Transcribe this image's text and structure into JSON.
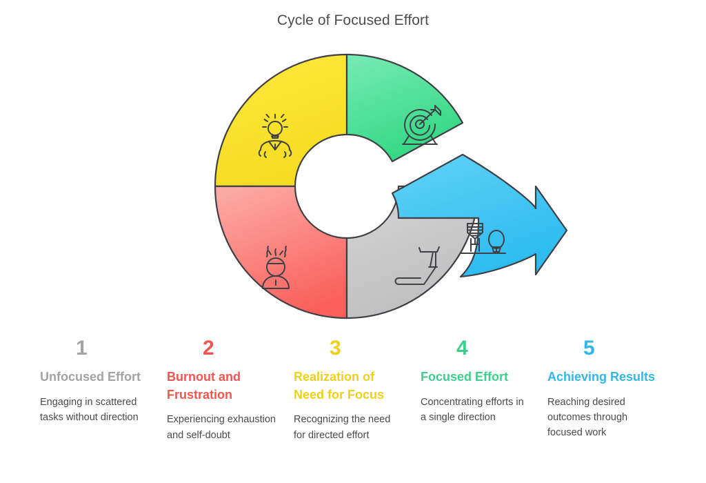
{
  "chart": {
    "title": "Cycle of Focused Effort",
    "type": "donut-cycle-diagram"
  },
  "chart_data": {
    "type": "pie",
    "title": "Cycle of Focused Effort",
    "subtitle": "",
    "xlabel": "",
    "ylabel": "",
    "legend_position": "bottom",
    "grid": false,
    "categories": [
      "Unfocused Effort",
      "Burnout and Frustration",
      "Realization of Need for Focus",
      "Focused Effort",
      "Achieving Results"
    ],
    "values": [
      25,
      25,
      25,
      17,
      8
    ],
    "colors": [
      "#BFBFBF",
      "#F9726D",
      "#F7E034",
      "#46DD96",
      "#39C0F0"
    ],
    "annotations": [
      "Segment 5 extends outward as an arrow indicating the cycle outcome"
    ]
  },
  "segments": [
    {
      "index": "1",
      "label": "Unfocused Effort",
      "color": "#BFBFBF",
      "icon": "treadmill-icon",
      "start_angle": 90,
      "end_angle": 180
    },
    {
      "index": "2",
      "label": "Burnout and Frustration",
      "color": "#F9726D",
      "icon": "stressed-person-icon",
      "start_angle": 180,
      "end_angle": 270
    },
    {
      "index": "3",
      "label": "Realization of Need for Focus",
      "color": "#F7E034",
      "icon": "lightbulb-idea-icon",
      "start_angle": 270,
      "end_angle": 360
    },
    {
      "index": "4",
      "label": "Focused Effort",
      "color": "#46DD96",
      "icon": "target-arrow-icon",
      "start_angle": 0,
      "end_angle": 62
    },
    {
      "index": "5",
      "label": "Achieving Results",
      "color": "#39C0F0",
      "icon": "water-tower-tree-icon",
      "start_angle": 62,
      "end_angle": 90
    }
  ],
  "legend": {
    "columns": [
      {
        "number": "1",
        "heading": "Unfocused Effort",
        "description": "Engaging in scattered tasks without direction",
        "color_class": "c-gray"
      },
      {
        "number": "2",
        "heading": "Burnout and Frustration",
        "description": "Experiencing exhaustion and self-doubt",
        "color_class": "c-red"
      },
      {
        "number": "3",
        "heading": "Realization of Need for Focus",
        "description": "Recognizing the need for directed effort",
        "color_class": "c-yellow"
      },
      {
        "number": "4",
        "heading": "Focused Effort",
        "description": "Concentrating efforts in a single direction",
        "color_class": "c-green"
      },
      {
        "number": "5",
        "heading": "Achieving Results",
        "description": "Reaching desired outcomes through focused work",
        "color_class": "c-blue"
      }
    ]
  }
}
